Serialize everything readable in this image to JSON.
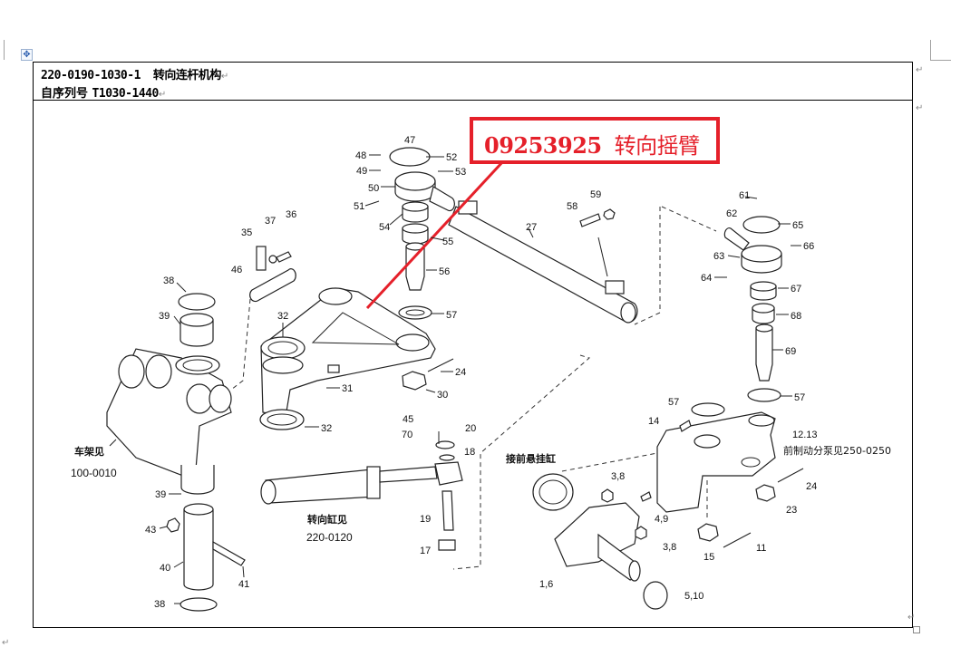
{
  "document": {
    "header": {
      "part_number": "220-0190-1030-1",
      "title": "转向连杆机构",
      "serial_label": "自序列号",
      "serial_range": "T1030-1440"
    },
    "paragraph_mark": "↵",
    "move_handle_icon": "✥"
  },
  "callout": {
    "part_number": "09253925",
    "part_name": "转向摇臂",
    "color": "#e5202a"
  },
  "diagram": {
    "notes": {
      "frame_ref_label": "车架见",
      "frame_ref_code": "100-0010",
      "cylinder_ref_label": "转向缸见",
      "cylinder_ref_code": "220-0120",
      "suspension_label": "接前悬挂缸",
      "brake_ref": "前制动分泵见250-0250"
    },
    "part_labels": [
      "47",
      "48",
      "49",
      "52",
      "53",
      "50",
      "51",
      "54",
      "55",
      "56",
      "57",
      "27",
      "58",
      "59",
      "61",
      "62",
      "65",
      "66",
      "63",
      "64",
      "67",
      "68",
      "69",
      "57",
      "36",
      "37",
      "35",
      "46",
      "38",
      "39",
      "32",
      "31",
      "32",
      "24",
      "30",
      "45",
      "70",
      "20",
      "18",
      "19",
      "17",
      "57",
      "14",
      "12.13",
      "24",
      "23",
      "15",
      "11",
      "3,8",
      "4,9",
      "3,8",
      "1,6",
      "5,10",
      "39",
      "43",
      "40",
      "41",
      "38"
    ]
  }
}
